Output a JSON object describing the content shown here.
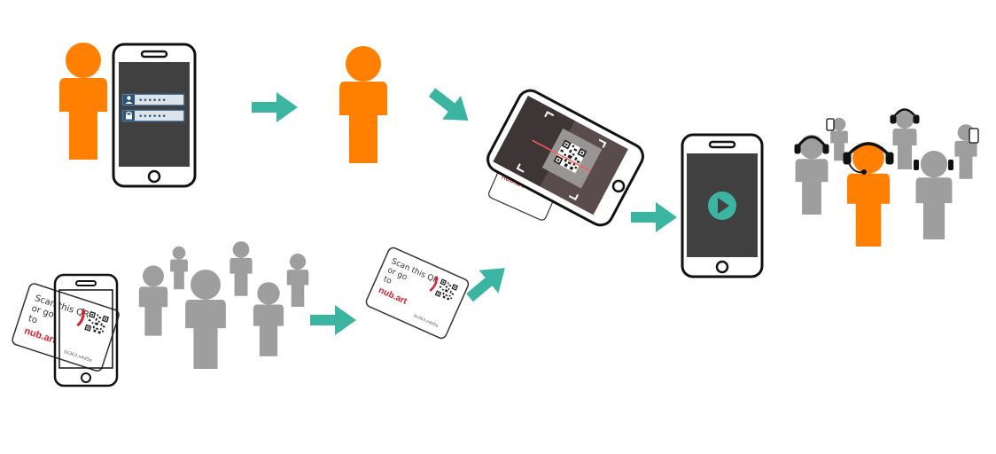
{
  "colors": {
    "user_orange": "#FF7F00",
    "crowd_gray": "#9E9E9E",
    "arrow_teal": "#3BB5A1",
    "screen_dark": "#404040",
    "phone_outline": "#111111",
    "brand_red": "#D6212F"
  },
  "login_screen": {
    "username_mask": "••••••",
    "password_mask": "••••••"
  },
  "qr_card": {
    "line1": "Scan this QR",
    "line2": "or go",
    "line3": "to",
    "brand": "nub.art",
    "code": "bs3b3.n4d5e"
  },
  "icons": [
    "user-icon",
    "lock-icon",
    "play-icon",
    "headphones-icon",
    "qr-code-icon",
    "arrow-icon"
  ]
}
